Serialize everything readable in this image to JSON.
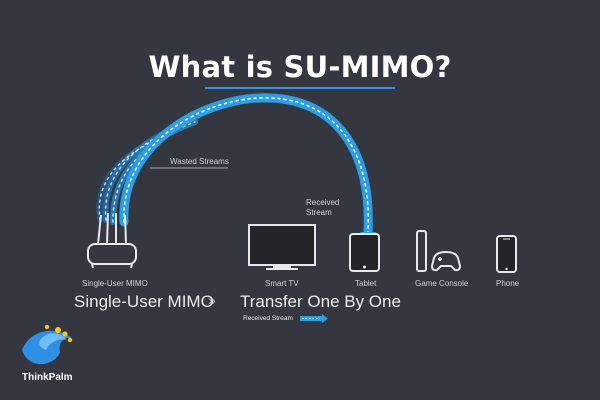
{
  "title": {
    "prefix": "What is ",
    "highlight": "SU-MIMO?"
  },
  "labels": {
    "wasted_streams": "Wasted Streams",
    "received_stream_line1": "Received",
    "received_stream_line2": "Stream",
    "router": "Single-User MIMO",
    "smart_tv": "Smart TV",
    "tablet": "Tablet",
    "game_console": "Game Console",
    "phone": "Phone"
  },
  "bottom": {
    "left": "Single-User MIMO",
    "arrow": "»",
    "right": "Transfer One By One",
    "legend": "Received Stream"
  },
  "brand": {
    "name": "ThinkPalm"
  },
  "colors": {
    "background": "#343640",
    "stream": "#2a9fe6",
    "accent_underline": "#3d8fe0"
  }
}
